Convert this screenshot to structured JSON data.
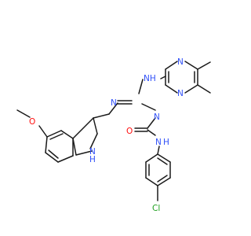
{
  "colors": {
    "carbon": "#1a1a1a",
    "nitrogen": "#3050f8",
    "oxygen": "#ff0d0d",
    "chlorine": "#1fa01f",
    "background": "#ffffff"
  },
  "atom_labels": {
    "n_amine_pyr": "NH",
    "n_pyr_top": "N",
    "n_pyr_bottom": "N",
    "n_imine": "N",
    "n_guan": "N",
    "o_methoxy": "O",
    "o_carbonyl": "O",
    "n_indole": "N",
    "h_indole": "H",
    "n_amide": "N",
    "h_amide": "H",
    "cl": "Cl"
  }
}
